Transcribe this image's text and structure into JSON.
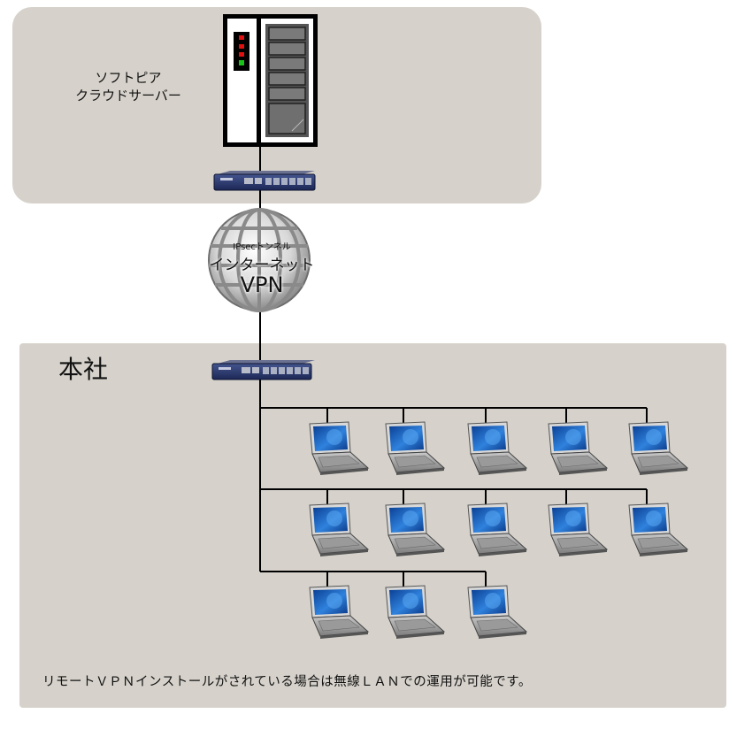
{
  "cloud": {
    "server_label_line1": "ソフトピア",
    "server_label_line2": "クラウドサーバー"
  },
  "vpn": {
    "line1": "IPsecトンネル",
    "line2": "インターネット",
    "line3": "VPN"
  },
  "hq": {
    "title": "本社",
    "rows": [
      {
        "laptops": 5
      },
      {
        "laptops": 5
      },
      {
        "laptops": 3
      }
    ]
  },
  "footer": {
    "note": "リモートＶＰＮインストールがされている場合は無線ＬＡＮでの運用が可能です。"
  },
  "icons": {
    "server": "server-rack-icon",
    "router": "vpn-router-icon",
    "globe": "internet-globe-icon",
    "laptop": "laptop-icon"
  },
  "colors": {
    "panel": "#d6d2cb",
    "router": "#2a3a74",
    "laptop_screen": "#1d5db8",
    "line": "#000000"
  }
}
